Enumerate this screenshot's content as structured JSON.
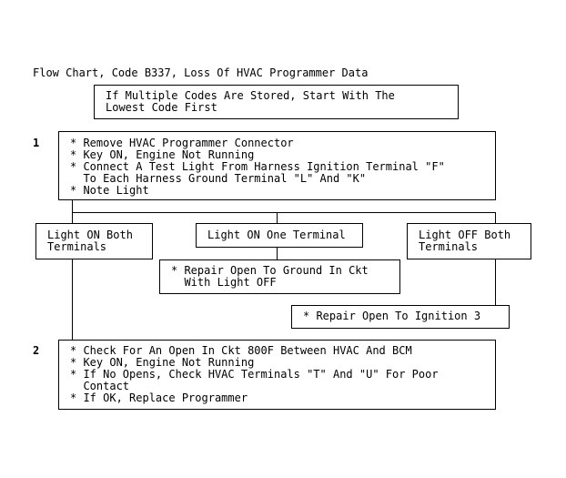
{
  "title": "Flow Chart, Code B337, Loss Of HVAC Programmer Data",
  "intro": {
    "lines": [
      "If Multiple Codes Are Stored, Start With The",
      "Lowest Code First"
    ]
  },
  "step1": {
    "number": "1",
    "lines": [
      "* Remove HVAC Programmer Connector",
      "* Key ON, Engine Not Running",
      "* Connect A Test Light From Harness Ignition Terminal \"F\"",
      "  To Each Harness Ground Terminal \"L\" And \"K\"",
      "* Note Light"
    ]
  },
  "branches": {
    "left": {
      "lines": [
        "Light ON Both",
        "Terminals"
      ]
    },
    "middle": {
      "lines": [
        "Light ON One Terminal"
      ]
    },
    "right": {
      "lines": [
        "Light OFF Both",
        "Terminals"
      ]
    }
  },
  "repair_ground": {
    "lines": [
      "* Repair Open To Ground In Ckt",
      "  With Light OFF"
    ]
  },
  "repair_ignition": {
    "lines": [
      "* Repair Open To Ignition 3"
    ]
  },
  "step2": {
    "number": "2",
    "lines": [
      "* Check For An Open In Ckt 800F Between HVAC And BCM",
      "* Key ON, Engine Not Running",
      "* If No Opens, Check HVAC Terminals \"T\" And \"U\" For Poor",
      "  Contact",
      "* If OK, Replace Programmer"
    ]
  }
}
